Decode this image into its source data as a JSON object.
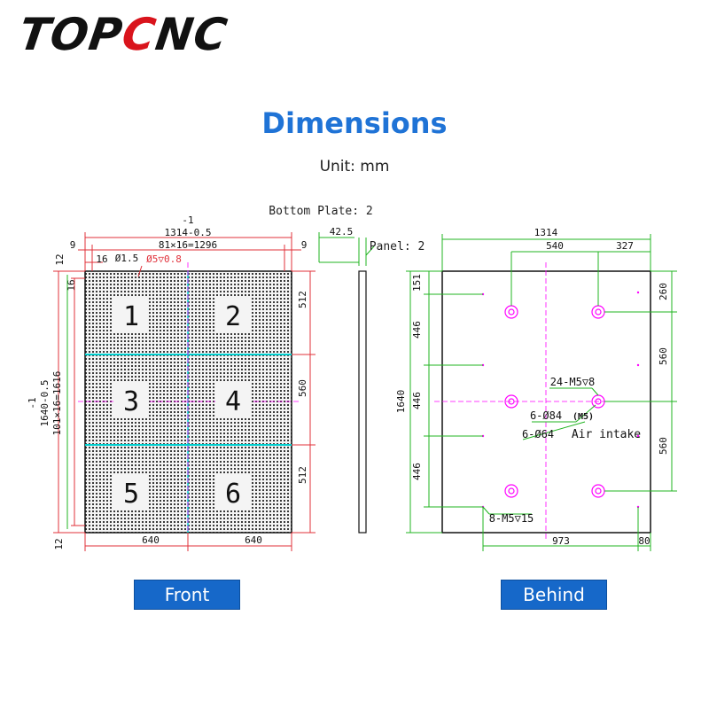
{
  "brand": {
    "logo_black": "TOP",
    "logo_red": "C",
    "logo_rest": "NC",
    "red": "#d9141c"
  },
  "title": "Dimensions",
  "unit": "Unit: mm",
  "labels": {
    "front": "Front",
    "behind": "Behind",
    "bottom_plate": "Bottom Plate: 2",
    "panel": "Panel: 2"
  },
  "colors": {
    "accent": "#1f73d6",
    "tag_bg": "#1668c9",
    "dim_green": "#22b422",
    "dim_red": "#e0303a",
    "magenta": "#ff00ff",
    "cyan": "#00d0d0"
  },
  "front": {
    "zones": [
      "1",
      "2",
      "3",
      "4",
      "5",
      "6"
    ],
    "dims": {
      "tol_top": "-1",
      "width": "1314-0.5",
      "pitch_h": "81×16=1296",
      "edge_left": "9",
      "edge_right": "9",
      "top_12": "12",
      "off_16a": "16",
      "off_16b": "16",
      "hole": "Ø1.5",
      "hole_red": "Ø5▽0.8",
      "zone_h1": "512",
      "zone_h2": "560",
      "zone_h3": "512",
      "tol_left": "-1",
      "height": "1640-0.5",
      "pitch_v": "101×16=1616",
      "bot_12": "12",
      "half_w1": "640",
      "half_w2": "640"
    }
  },
  "side": {
    "thickness": "42.5"
  },
  "behind": {
    "dims": {
      "width": "1314",
      "d540": "540",
      "d327": "327",
      "d151": "151",
      "d446a": "446",
      "d446b": "446",
      "d446c": "446",
      "height": "1640",
      "d260": "260",
      "d560a": "560",
      "d560b": "560",
      "d973": "973",
      "d80": "80",
      "m5": "24-M5▽8",
      "d84": "6-Ø84",
      "m5b": "(M5)",
      "d64": "6-Ø64",
      "air": "Air intake",
      "m5c": "8-M5▽15"
    }
  }
}
